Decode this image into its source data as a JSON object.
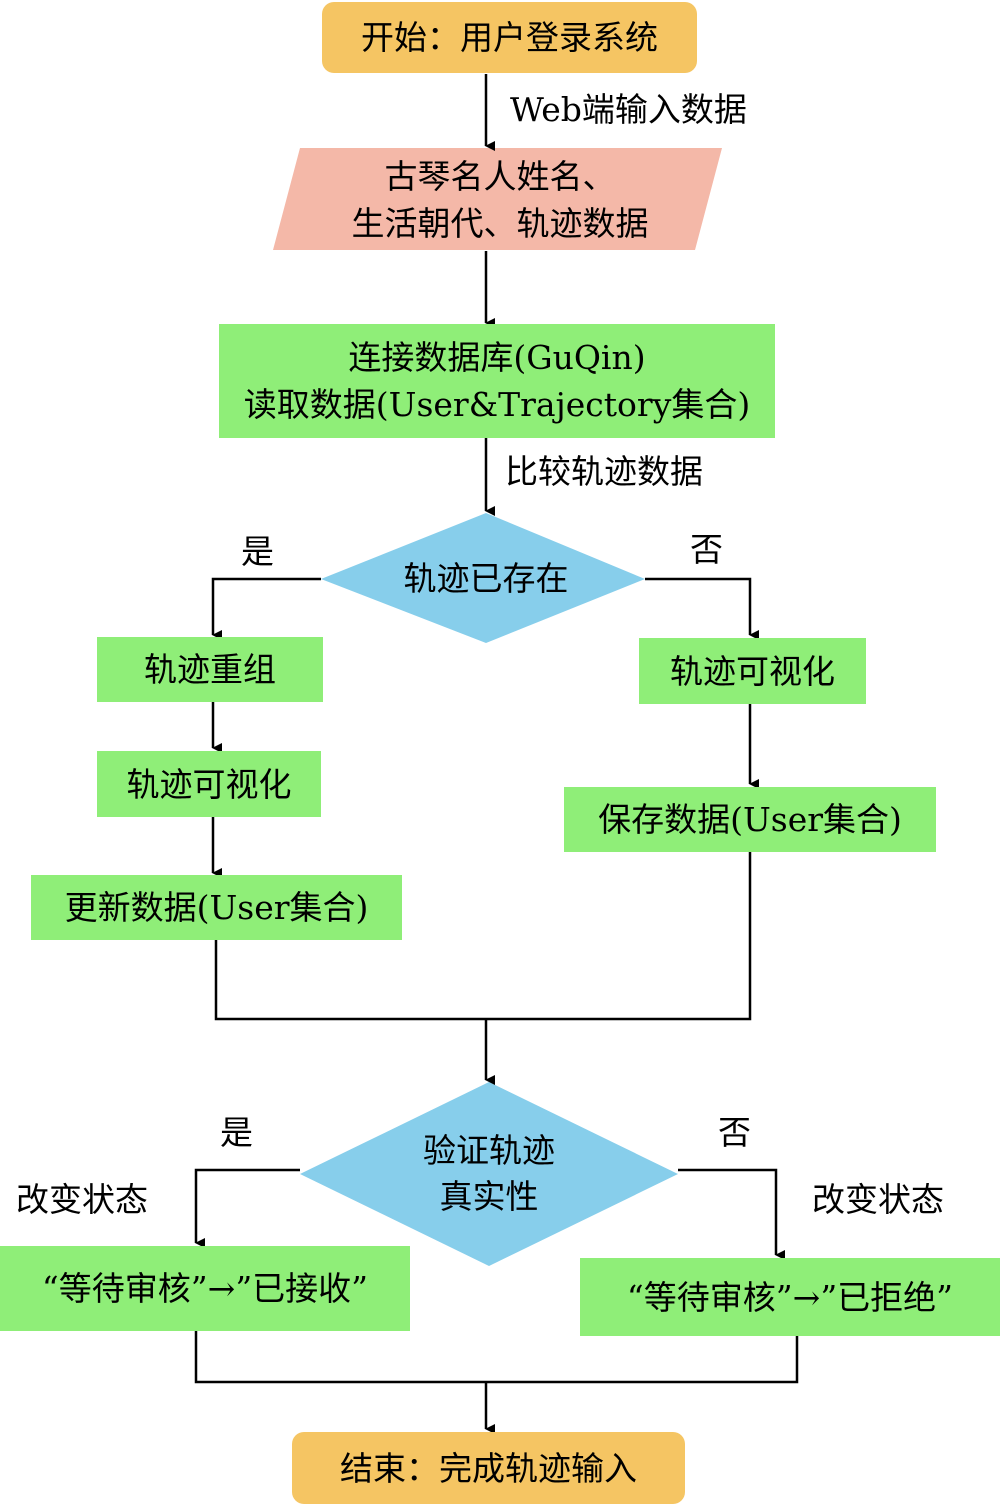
{
  "nodes": {
    "start": "开始：用户登录系统",
    "input_line1": "古琴名人姓名、",
    "input_line2": "生活朝代、轨迹数据",
    "db_line1": "连接数据库(GuQin)",
    "db_line2": "读取数据(User&Trajectory集合)",
    "decision1": "轨迹已存在",
    "recombine": "轨迹重组",
    "visualize_left": "轨迹可视化",
    "update": "更新数据(User集合)",
    "visualize_right": "轨迹可视化",
    "save": "保存数据(User集合)",
    "decision2_line1": "验证轨迹",
    "decision2_line2": "真实性",
    "accepted": "“等待审核”→”已接收”",
    "rejected": "“等待审核”→”已拒绝”",
    "end": "结束：完成轨迹输入"
  },
  "edge_labels": {
    "web_input": "Web端输入数据",
    "compare": "比较轨迹数据",
    "yes1": "是",
    "no1": "否",
    "yes2": "是",
    "no2": "否",
    "change_state_left": "改变状态",
    "change_state_right": "改变状态"
  },
  "colors": {
    "terminal": "#f5c563",
    "input": "#f4b8a8",
    "process": "#8fee78",
    "decision": "#87ceeb"
  }
}
